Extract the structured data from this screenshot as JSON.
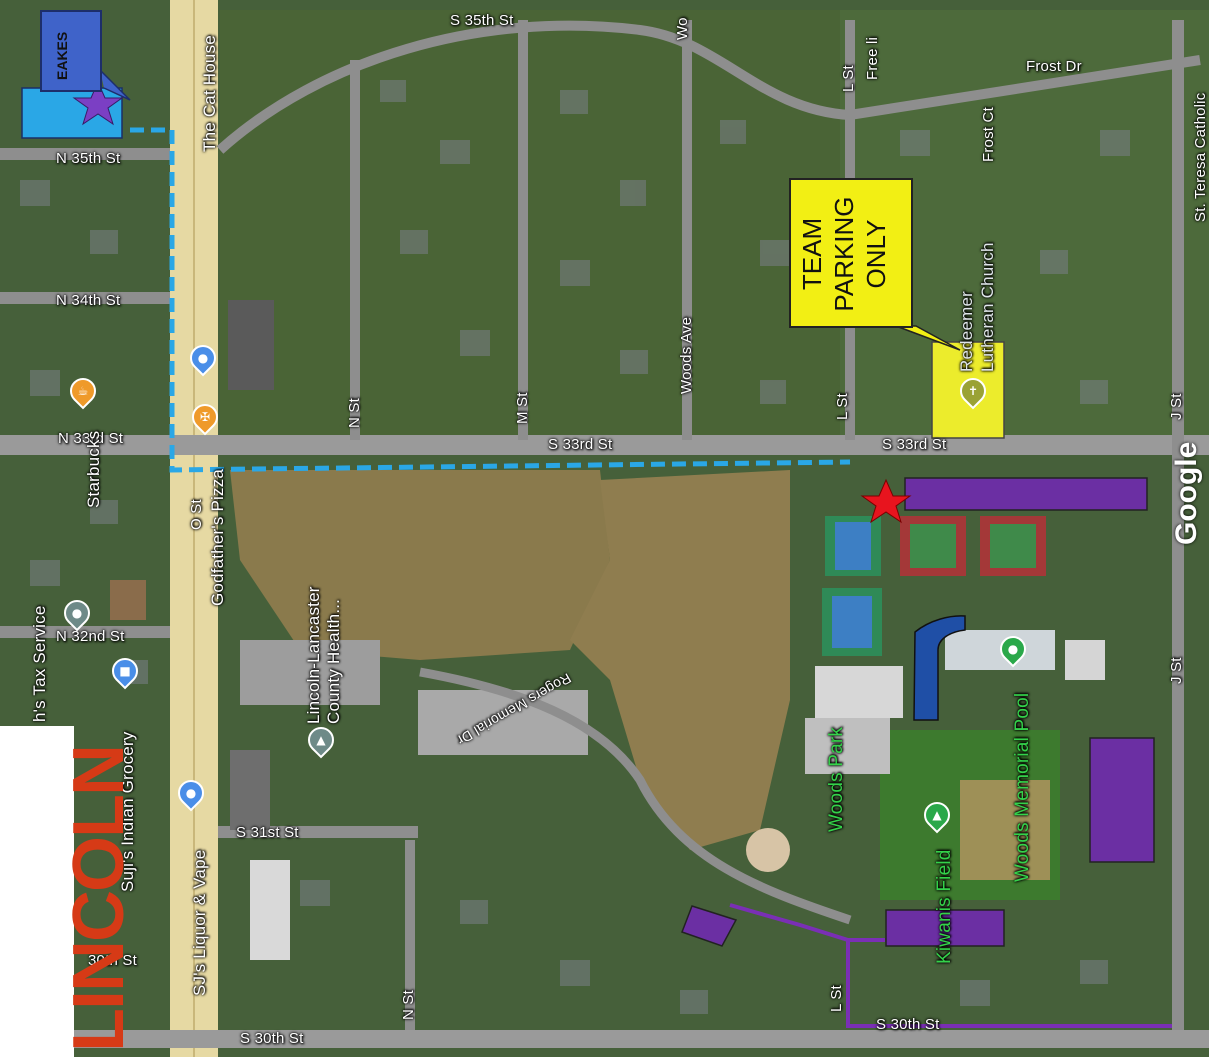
{
  "colors": {
    "route_blue": "#2aa7e6",
    "route_purple": "#7a2fb5",
    "lot_purple": "#6b2fa3",
    "lot_blue": "#1f4fa6",
    "team_parking": "#ecec2c",
    "logo_red": "#d63a16",
    "star_red": "#e8141e",
    "star_purple": "#7b3fc4"
  },
  "logo": {
    "text": "LINCOLN"
  },
  "callout": {
    "line1": "TEAM",
    "line2": "PARKING",
    "line3": "ONLY"
  },
  "eakes_label": "EAKES",
  "google": "Google",
  "streets": {
    "s35th": "S 35th St",
    "n35th": "N 35th St",
    "n34th": "N 34th St",
    "n33rd": "N 33rd St",
    "s33rd_a": "S 33rd St",
    "s33rd_b": "S 33rd St",
    "n32nd": "N 32nd St",
    "s31st": "S 31st St",
    "n30th": "30th St",
    "s30th": "S 30th St",
    "s30th_b": "S 30th St",
    "o_st": "O St",
    "n_st": "N St",
    "n_st_b": "N St",
    "m_st": "M St",
    "l_st": "L St",
    "l_st_b": "L St",
    "l_st_c": "L St",
    "j_st": "J St",
    "j_st_b": "J St",
    "woods_ave": "Woods Ave",
    "frost_dr": "Frost Dr",
    "frost_ct": "Frost Ct",
    "rogers": "Rogers Memorial Dr",
    "wo": "Wo",
    "free": "Free li"
  },
  "places": {
    "cat_house": "The Cat House",
    "starbucks": "Starbucks",
    "godfathers": "Godfather's Pizza",
    "tax": "h's Tax Service",
    "indian_grocery": "Suji's Indian Grocery",
    "health": "Lincoln-Lancaster County Health...",
    "liquor": "SJ's Liquor & Vape",
    "woods_park": "Woods Park",
    "kiwanis": "Kiwanis Field",
    "pool": "Woods Memorial Pool",
    "redeemer": "Redeemer Lutheran Church",
    "st_teresa": "St. Teresa Catholic"
  },
  "icons": {
    "star": "star-icon",
    "pin": "map-pin-icon"
  }
}
